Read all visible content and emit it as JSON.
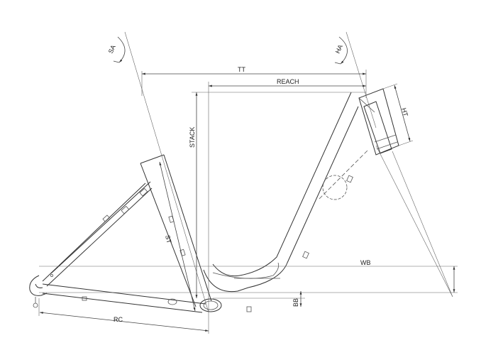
{
  "labels": {
    "sa": "SA",
    "ha": "HA",
    "tt": "TT",
    "reach": "REACH",
    "ht": "HT",
    "stack": "STACK",
    "st": "ST",
    "wb": "WB",
    "bb": "BB",
    "rc": "RC"
  }
}
